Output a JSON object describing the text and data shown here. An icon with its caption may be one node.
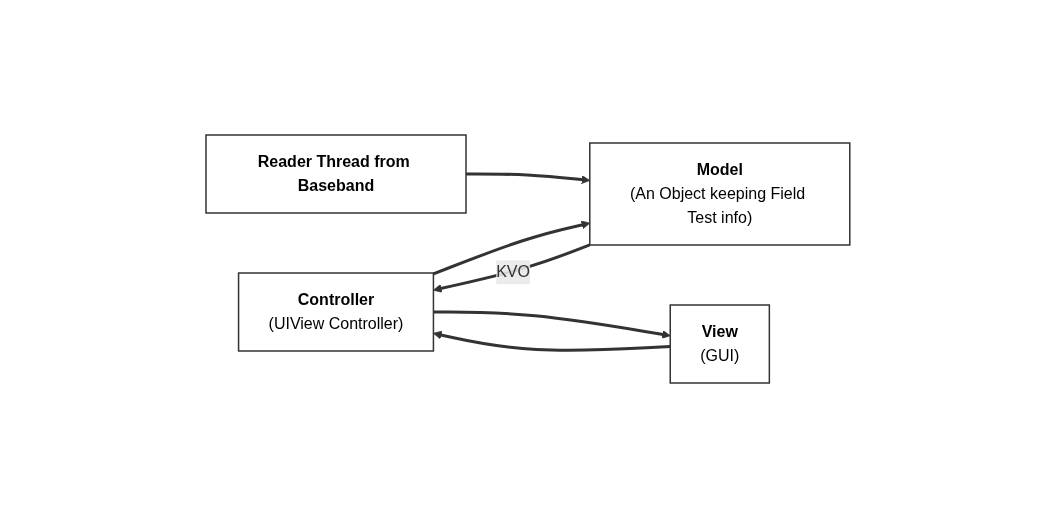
{
  "diagram": {
    "nodes": [
      {
        "text": [
          "Controller",
          "(UIView Controller)"
        ]
      },
      {
        "text": [
          "Reader Thread from Baseband"
        ]
      },
      {
        "text": [
          "Model",
          "(An Object keeping Field Test info)"
        ]
      },
      {
        "text": [
          "View",
          "(GUI)"
        ]
      }
    ],
    "edges": [
      {
        "from": 1,
        "to": 2,
        "arrow": "to"
      },
      {
        "from": 2,
        "to": 0,
        "arrow": "to",
        "label": "KVO"
      },
      {
        "from": 0,
        "to": 2,
        "arrow": "to"
      },
      {
        "from": 0,
        "to": 3,
        "arrow": "to"
      },
      {
        "from": 3,
        "to": 0,
        "arrow": "to"
      }
    ]
  }
}
